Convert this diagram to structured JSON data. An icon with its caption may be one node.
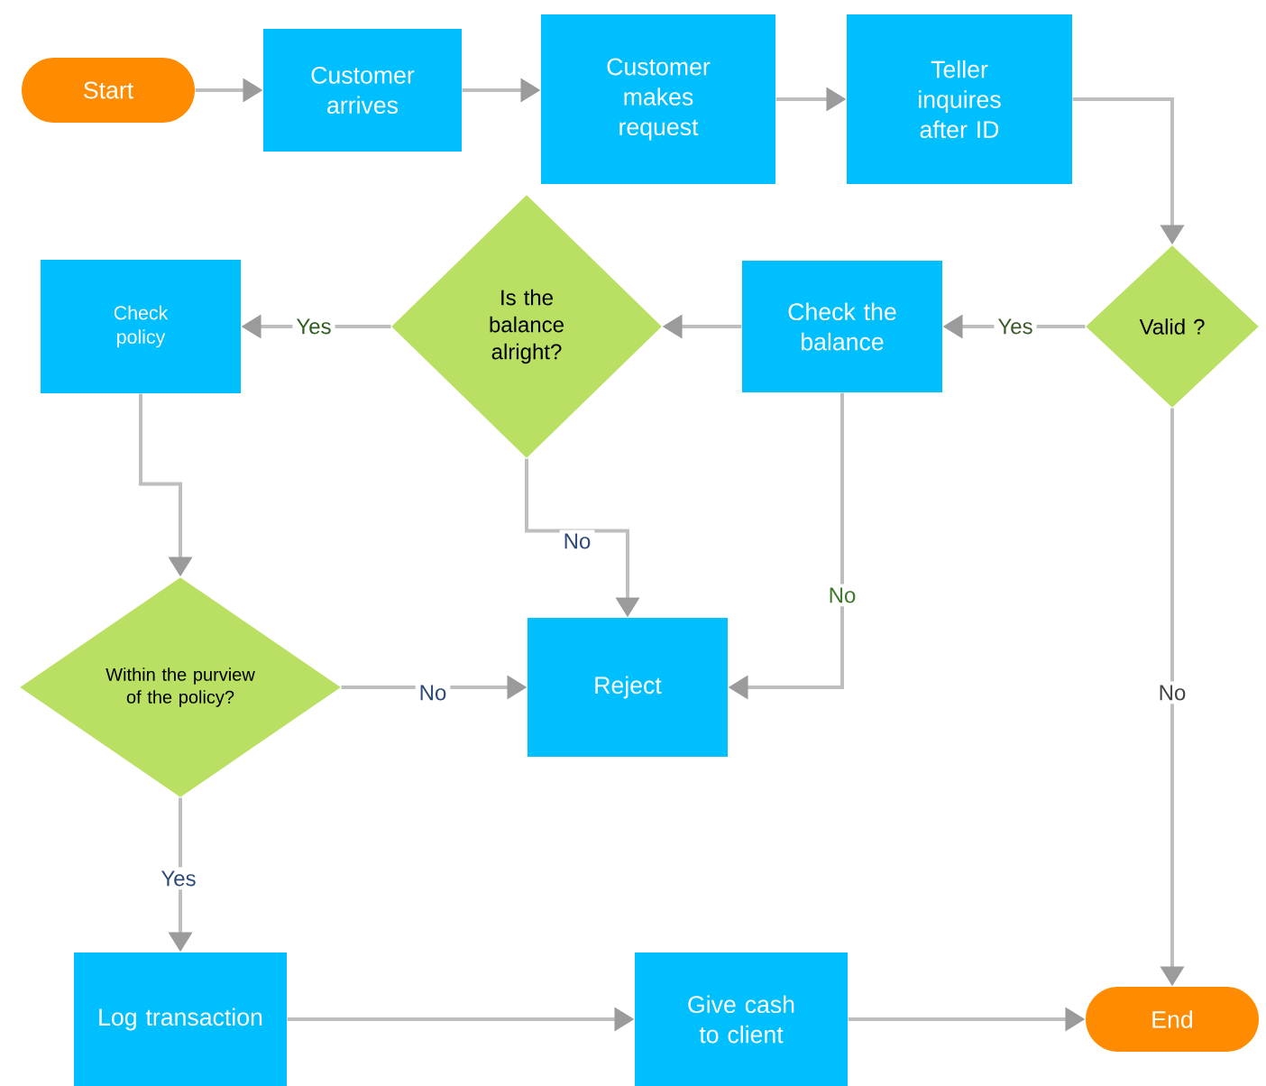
{
  "diagram": {
    "nodes": [
      {
        "text": [
          "Start"
        ]
      },
      {
        "text": [
          "Customer arrives"
        ]
      },
      {
        "text": [
          "Customer makes request"
        ]
      },
      {
        "text": [
          "Teller inquires after ID"
        ]
      },
      {
        "text": [
          "Valid ?"
        ]
      },
      {
        "text": [
          "Check the balance"
        ]
      },
      {
        "text": [
          "Is the balance alright?"
        ]
      },
      {
        "text": [
          "Check policy"
        ]
      },
      {
        "text": [
          "Within the purview of the policy?"
        ]
      },
      {
        "text": [
          "Reject"
        ]
      },
      {
        "text": [
          "Log transaction"
        ]
      },
      {
        "text": [
          "Give cash to client"
        ]
      },
      {
        "text": [
          "End"
        ]
      }
    ],
    "edges": [
      {
        "from": 0,
        "to": 1,
        "arrow": "to"
      },
      {
        "from": 1,
        "to": 2,
        "arrow": "to"
      },
      {
        "from": 2,
        "to": 3,
        "arrow": "to"
      },
      {
        "from": 3,
        "to": 4,
        "arrow": "to"
      },
      {
        "from": 4,
        "to": 5,
        "arrow": "to",
        "label": "Yes"
      },
      {
        "from": 5,
        "to": 6,
        "arrow": "to"
      },
      {
        "from": 6,
        "to": 7,
        "arrow": "to",
        "label": "Yes"
      },
      {
        "from": 7,
        "to": 8,
        "arrow": "to"
      },
      {
        "from": 6,
        "to": 9,
        "arrow": "to",
        "label": "No"
      },
      {
        "from": 5,
        "to": 9,
        "arrow": "to",
        "label": "No"
      },
      {
        "from": 8,
        "to": 9,
        "arrow": "to",
        "label": "No"
      },
      {
        "from": 4,
        "to": 12,
        "arrow": "to",
        "label": "No"
      },
      {
        "from": 8,
        "to": 10,
        "arrow": "to",
        "label": "Yes"
      },
      {
        "from": 10,
        "to": 11,
        "arrow": "to"
      },
      {
        "from": 11,
        "to": 12,
        "arrow": "to"
      }
    ]
  }
}
